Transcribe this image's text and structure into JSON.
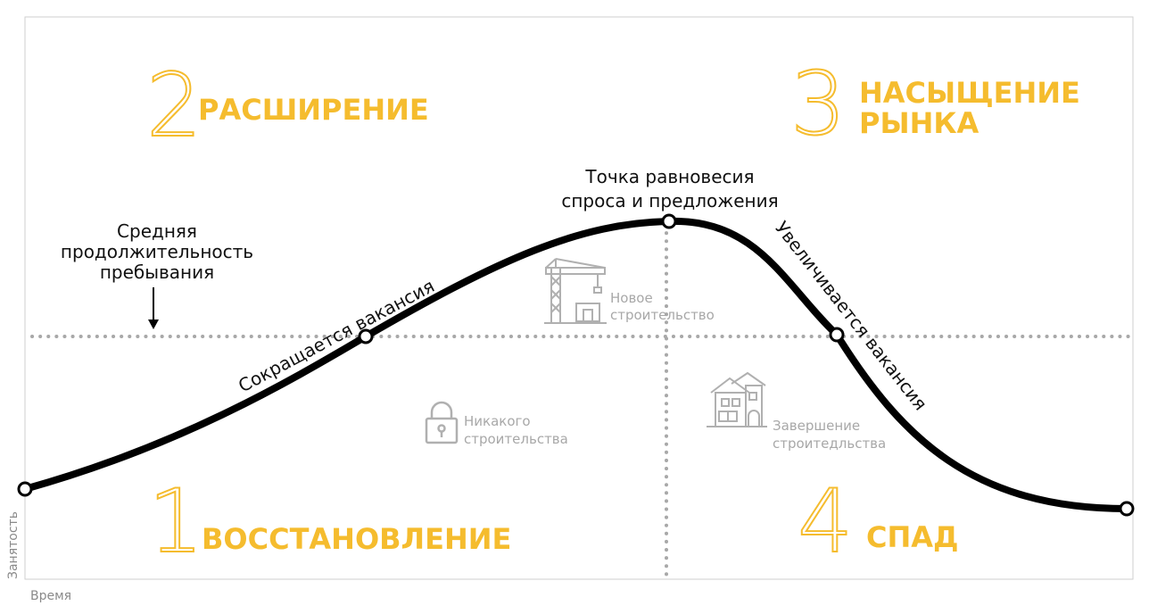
{
  "colors": {
    "accent": "#f5bc2e",
    "curve": "#000000",
    "guide": "#a8a8a8",
    "icon": "#b0b0b0"
  },
  "phases": [
    {
      "number": "1",
      "title": "ВОССТАНОВЛЕНИЕ"
    },
    {
      "number": "2",
      "title": "РАСШИРЕНИЕ"
    },
    {
      "number": "3",
      "title_line1": "НАСЫЩЕНИЕ",
      "title_line2": "РЫНКА"
    },
    {
      "number": "4",
      "title": "СПАД"
    }
  ],
  "annotations": {
    "avg_stay": [
      "Средняя",
      "продолжительность",
      "пребывания"
    ],
    "equilibrium": [
      "Точка равновесия",
      "спроса и предложения"
    ],
    "vacancy_down": "Сокращается вакансия",
    "vacancy_up": "Увеличивается вакансия"
  },
  "construction": {
    "new": [
      "Новое",
      "строительство"
    ],
    "none": [
      "Никакого",
      "строительства"
    ],
    "completion": [
      "Завершение",
      "строитедльства"
    ]
  },
  "axes": {
    "y_label": "Занятость",
    "x_label": "Время"
  },
  "icons": [
    "crane-icon",
    "lock-icon",
    "house-icon"
  ]
}
